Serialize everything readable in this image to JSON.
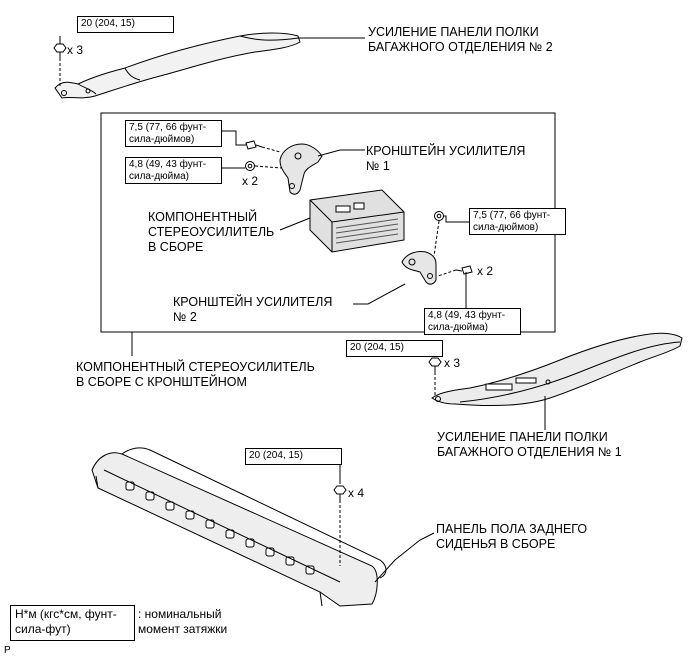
{
  "labels": {
    "reinf_panel_2": "УСИЛЕНИЕ ПАНЕЛИ ПОЛКИ\nБАГАЖНОГО ОТДЕЛЕНИЯ № 2",
    "bracket_1": "КРОНШТЕЙН УСИЛИТЕЛЯ\n№ 1",
    "amplifier": "КОМПОНЕНТНЫЙ\nСТЕРЕОУСИЛИТЕЛЬ\nВ СБОРЕ",
    "bracket_2": "КРОНШТЕЙН УСИЛИТЕЛЯ\n№ 2",
    "amp_with_bracket": "КОМПОНЕНТНЫЙ СТЕРЕОУСИЛИТЕЛЬ\nВ СБОРЕ С КРОНШТЕЙНОМ",
    "reinf_panel_1": "УСИЛЕНИЕ ПАНЕЛИ ПОЛКИ\nБАГАЖНОГО ОТДЕЛЕНИЯ № 1",
    "floor_panel": "ПАНЕЛЬ ПОЛА ЗАДНЕГО\nСИДЕНЬЯ В СБОРЕ"
  },
  "torque": {
    "t_top": "20 (204, 15)",
    "t_b1": "7,5 (77, 66 фунт-\nсила-дюймов)",
    "t_b1b": "4,8 (49, 43 фунт-\nсила-дюйма)",
    "t_b2a": "7,5 (77, 66 фунт-\nсила-дюймов)",
    "t_b2b": "4,8 (49, 43 фунт-\nсила-дюйма)",
    "t_right": "20 (204, 15)",
    "t_floor": "20 (204, 15)"
  },
  "quantities": {
    "q_top": "x 3",
    "q_b1b": "x 2",
    "q_b2b": "x 2",
    "q_right": "x 3",
    "q_floor": "x 4"
  },
  "legend": {
    "unit": "Н*м (кгс*см, фунт-\nсила-фут)",
    "description": ": номинальный\nмомент затяжки"
  },
  "corner_mark": "P"
}
